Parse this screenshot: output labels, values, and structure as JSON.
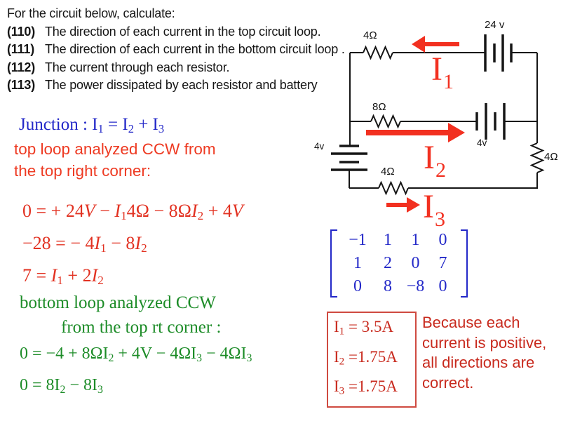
{
  "problem": {
    "intro": "For the circuit below, calculate:",
    "items": [
      {
        "num": "(110)",
        "text": "The direction of each current in the top circuit loop."
      },
      {
        "num": "(111)",
        "text": "The direction of each current in the bottom circuit loop ."
      },
      {
        "num": "(112)",
        "text": "The current through each resistor."
      },
      {
        "num": "(113)",
        "text": "The power dissipated by each resistor and battery"
      }
    ]
  },
  "circuit": {
    "r_top": "4Ω",
    "v_top": "24 v",
    "r_mid": "8Ω",
    "v_mid": "4v",
    "v_left": "4v",
    "r_bot": "4Ω",
    "r_right": "4Ω",
    "i1": {
      "a": "I",
      "b": "1"
    },
    "i2": {
      "a": "I",
      "b": "2"
    },
    "i3": {
      "a": "I",
      "b": "3"
    }
  },
  "junction": {
    "a": "Junction : I",
    "b": "1",
    "c": " = I",
    "d": "2",
    "e": " + I",
    "f": "3"
  },
  "red": {
    "h1": "top loop analyzed CCW from",
    "h2": "the top right corner:",
    "eq1": {
      "a": "0 = + 24",
      "b": "V",
      "c": " − ",
      "d": "I",
      "e": "1",
      "f": "4Ω − 8Ω",
      "g": "I",
      "h": "2",
      "i": " + 4",
      "j": "V"
    },
    "eq2": {
      "a": "−28 = − 4",
      "b": "I",
      "c": "1",
      "d": " − 8",
      "e": "I",
      "f": "2"
    },
    "eq3": {
      "a": "7 = ",
      "b": "I",
      "c": "1",
      "d": " + 2",
      "e": "I",
      "f": "2"
    }
  },
  "green": {
    "h1": "bottom loop analyzed CCW",
    "h2": "from the top rt corner :",
    "eq1": {
      "a": "0 = −4 + 8ΩI",
      "b": "2",
      "c": " + 4V − 4ΩI",
      "d": "3",
      "e": " − 4ΩI",
      "f": "3"
    },
    "eq2": {
      "a": "0 = 8I",
      "b": "2",
      "c": " − 8I",
      "d": "3"
    }
  },
  "matrix": {
    "rows": [
      [
        "−1",
        "1",
        "1",
        "0"
      ],
      [
        "1",
        "2",
        "0",
        "7"
      ],
      [
        "0",
        "8",
        "−8",
        "0"
      ]
    ]
  },
  "results": {
    "lines": [
      {
        "a": "I",
        "b": "1",
        "c": " = 3.5A"
      },
      {
        "a": "I",
        "b": "2",
        "c": " =1.75A"
      },
      {
        "a": "I",
        "b": "3",
        "c": " =1.75A"
      }
    ]
  },
  "note": {
    "lines": [
      "Because each",
      "current is positive,",
      "all directions are",
      "correct."
    ]
  },
  "colors": {
    "ink": "#151515",
    "blue": "#2328c8",
    "red_eq": "#e23222",
    "red_text": "#ee3a22",
    "green": "#1d8c28",
    "result_red": "#c82a1e",
    "arrow": "#f23020"
  }
}
